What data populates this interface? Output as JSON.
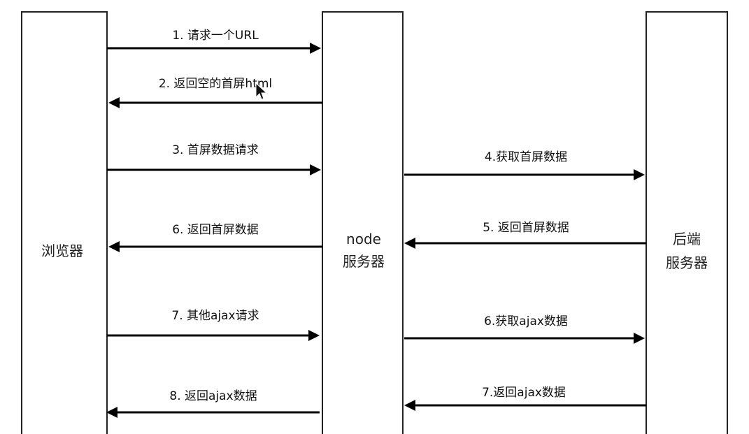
{
  "participants": {
    "browser": {
      "label": "浏览器"
    },
    "node": {
      "label_line1": "node",
      "label_line2": "服务器"
    },
    "backend": {
      "label_line1": "后端",
      "label_line2": "服务器"
    }
  },
  "messages": [
    {
      "label": "1. 请求一个URL",
      "from": "browser",
      "to": "node"
    },
    {
      "label": "2. 返回空的首屏html",
      "from": "node",
      "to": "browser"
    },
    {
      "label": "3. 首屏数据请求",
      "from": "browser",
      "to": "node"
    },
    {
      "label": "4.获取首屏数据",
      "from": "node",
      "to": "backend"
    },
    {
      "label": "6. 返回首屏数据",
      "from": "node",
      "to": "browser"
    },
    {
      "label": "5. 返回首屏数据",
      "from": "backend",
      "to": "node"
    },
    {
      "label": "7. 其他ajax请求",
      "from": "browser",
      "to": "node"
    },
    {
      "label": "6.获取ajax数据",
      "from": "node",
      "to": "backend"
    },
    {
      "label": "8. 返回ajax数据",
      "from": "node",
      "to": "browser"
    },
    {
      "label": "7.返回ajax数据",
      "from": "backend",
      "to": "node"
    }
  ],
  "colors": {
    "line": "#000000",
    "box_border": "#222222",
    "background": "#ffffff"
  },
  "icons": {
    "pointer": "mouse-cursor-icon"
  }
}
